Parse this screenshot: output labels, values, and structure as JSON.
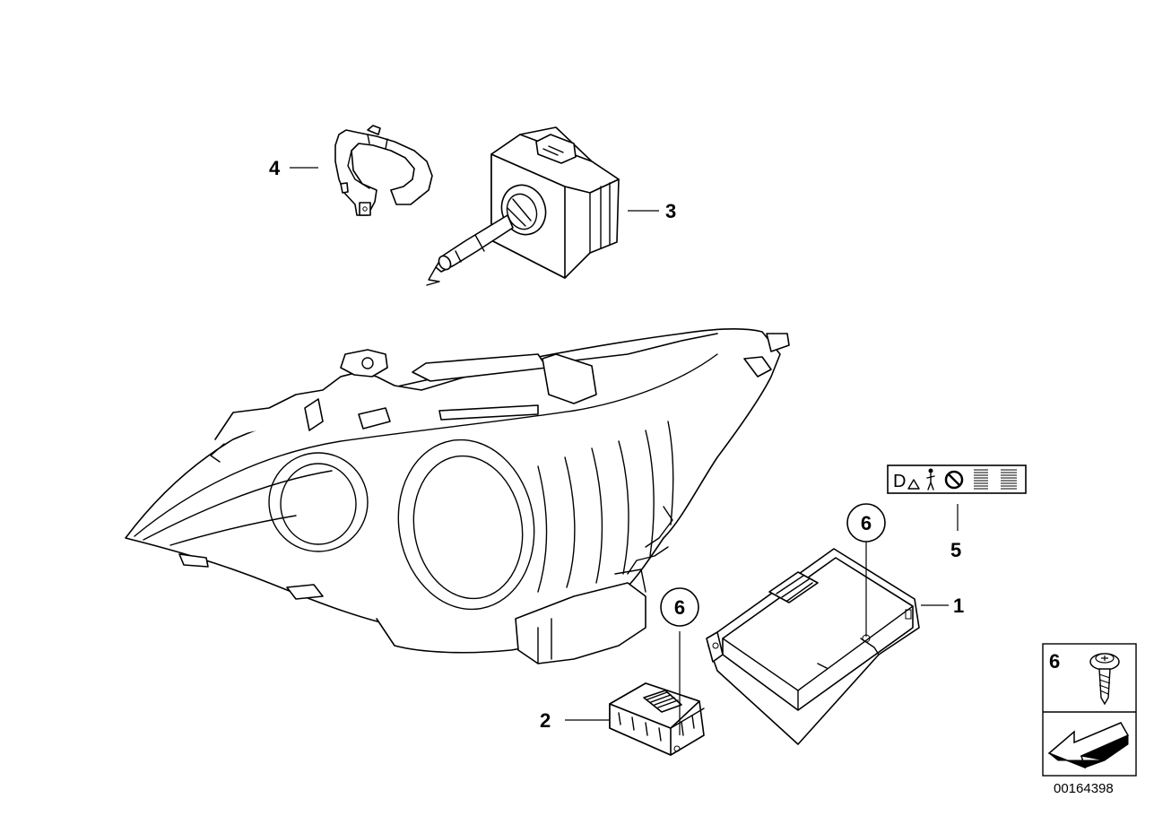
{
  "callouts": {
    "c1": "1",
    "c2": "2",
    "c3": "3",
    "c4": "4",
    "c5": "5",
    "c6a": "6",
    "c6b": "6",
    "c6_legend": "6"
  },
  "label_symbols": {
    "letter": "D"
  },
  "document_number": "00164398",
  "icons": [
    "headlight",
    "xenon-bulb",
    "bulb-retaining-clip",
    "ignition-unit",
    "control-unit",
    "warning-label",
    "screw",
    "arrow-symbol"
  ]
}
